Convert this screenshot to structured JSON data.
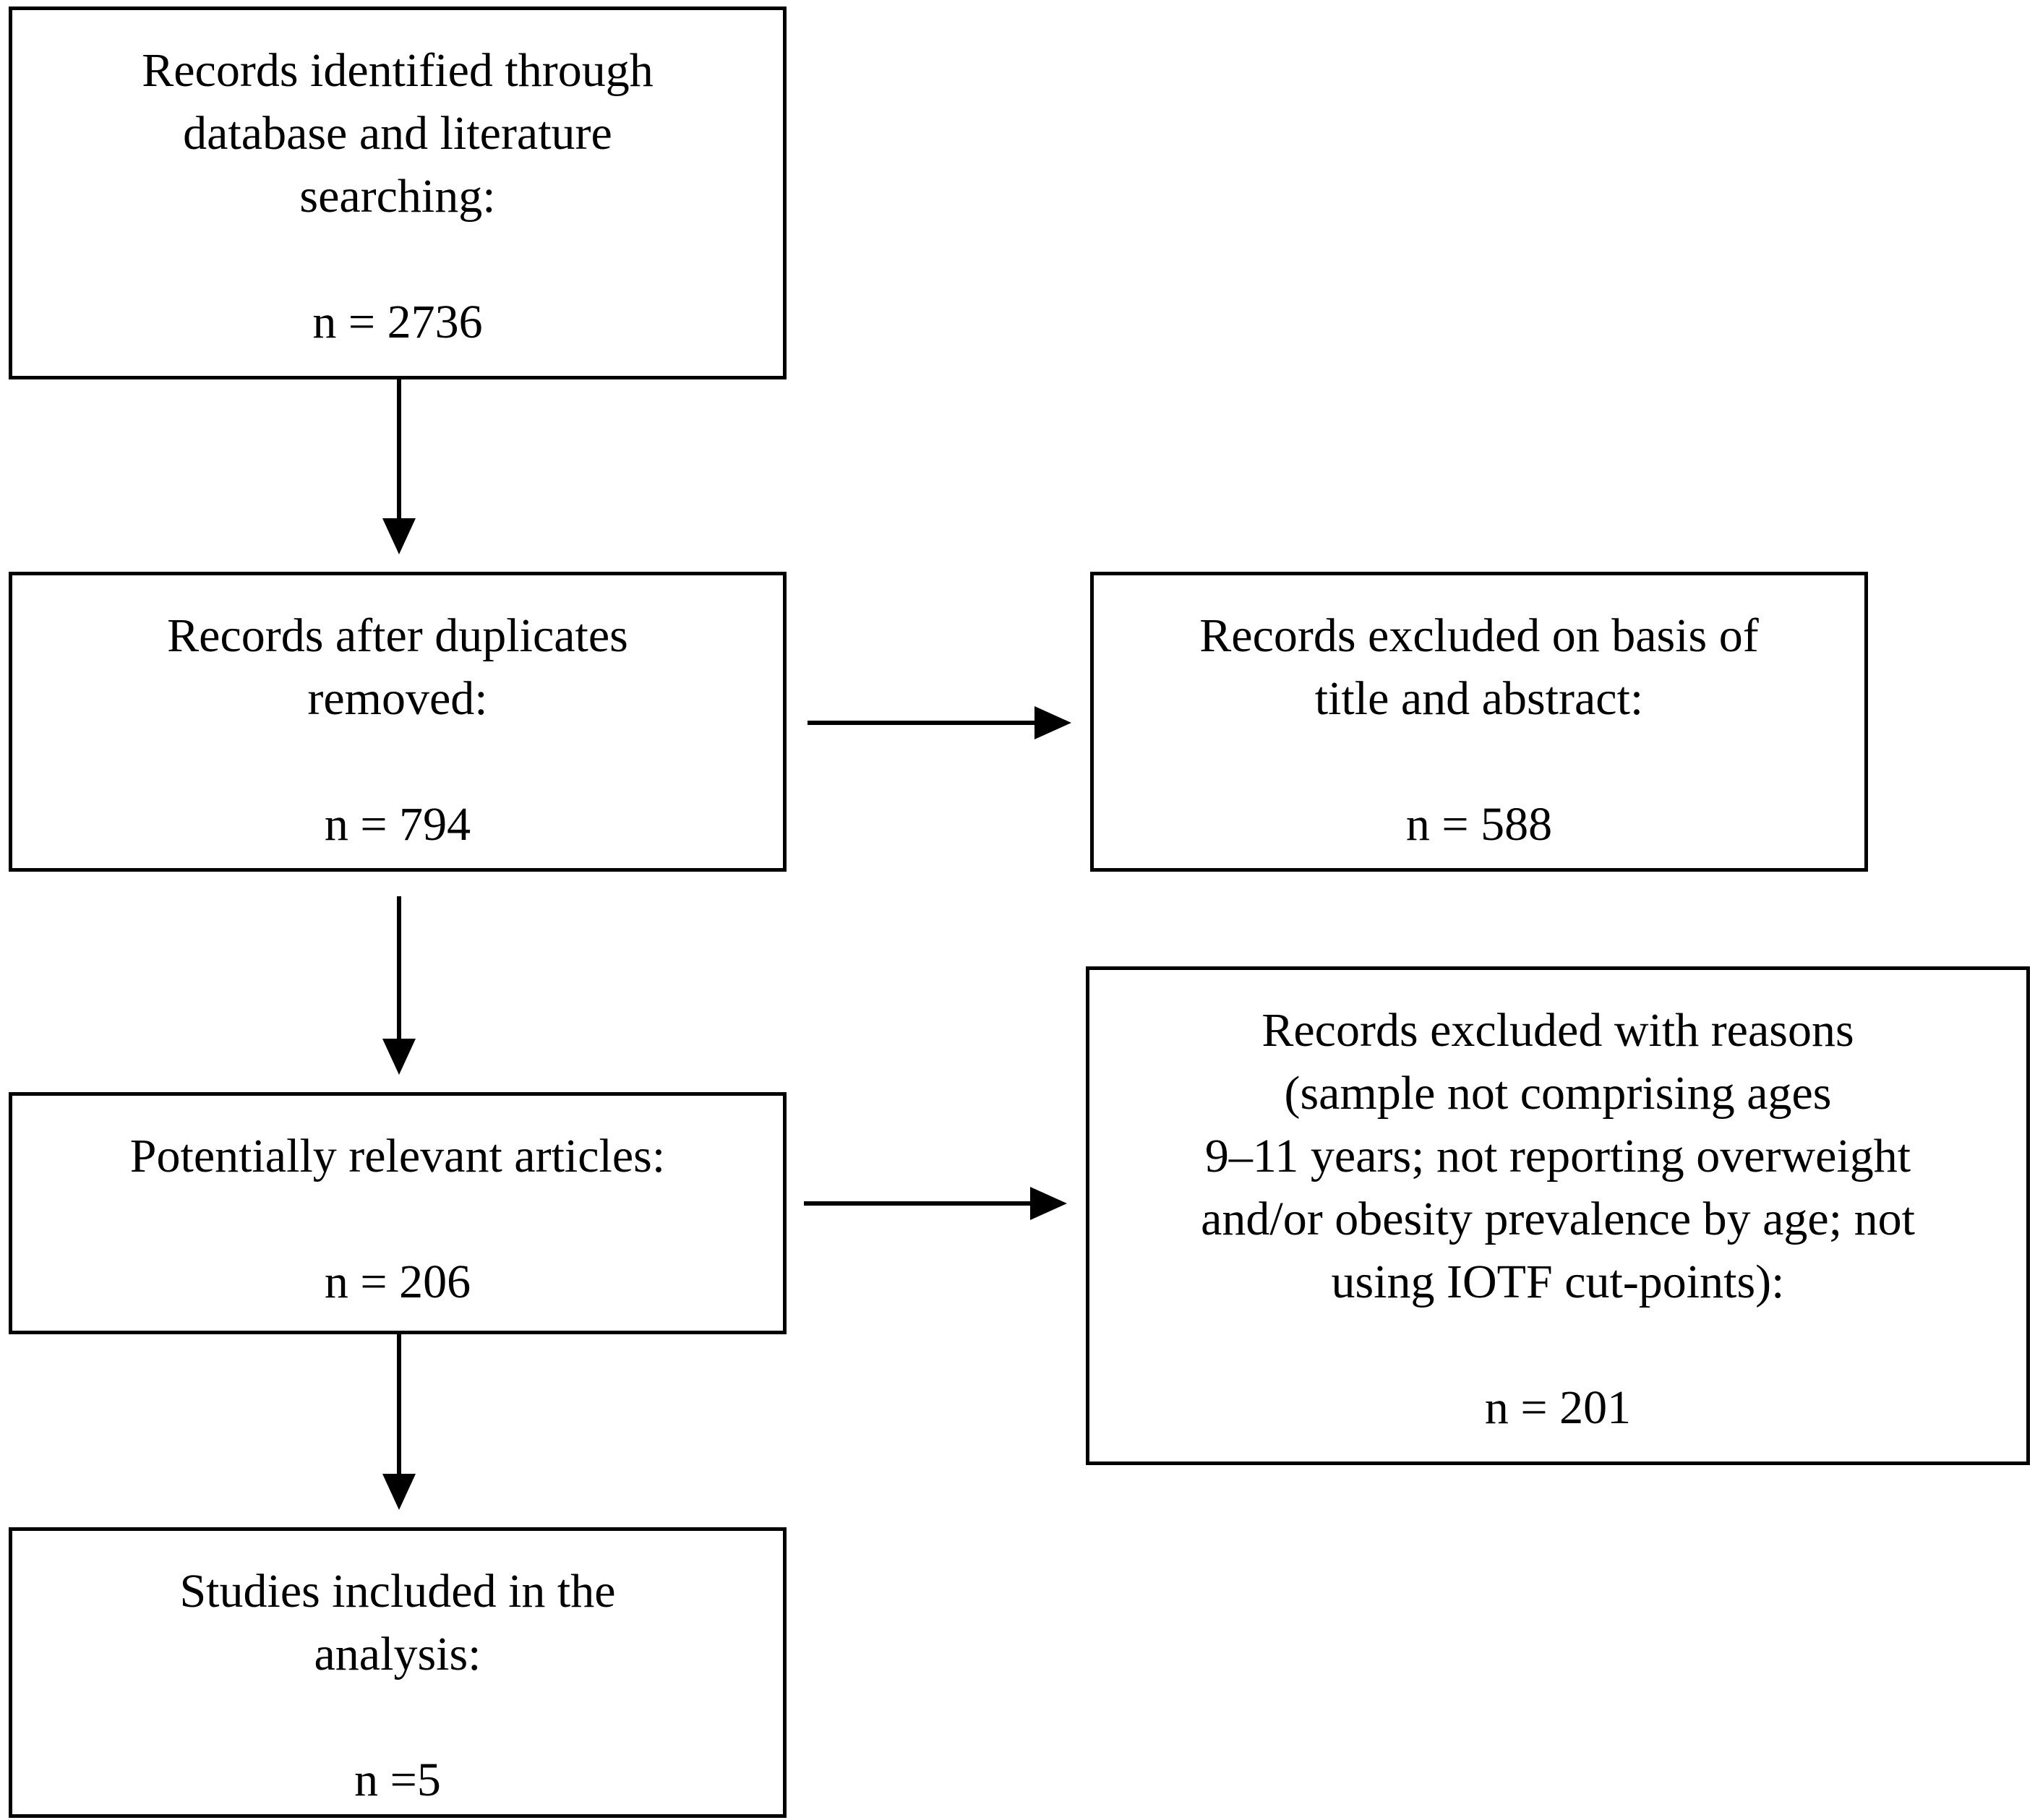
{
  "boxes": {
    "identified": {
      "label_lines": [
        "Records identified through",
        "database and literature",
        "searching:"
      ],
      "count": "n = 2736"
    },
    "duplicates_removed": {
      "label_lines": [
        "Records after duplicates",
        "removed:"
      ],
      "count": "n = 794"
    },
    "excluded_title_abstract": {
      "label_lines": [
        "Records excluded on basis of",
        "title and abstract:"
      ],
      "count": "n = 588"
    },
    "potentially_relevant": {
      "label_lines": [
        "Potentially relevant articles:"
      ],
      "count": "n = 206"
    },
    "excluded_reasons": {
      "label_lines": [
        "Records excluded with reasons",
        "(sample not comprising ages",
        "9–11 years; not reporting overweight",
        "and/or obesity prevalence by age; not",
        "using IOTF cut-points):"
      ],
      "count": "n = 201"
    },
    "included": {
      "label_lines": [
        "Studies included in the",
        "analysis:"
      ],
      "count": "n =5"
    }
  },
  "colors": {
    "stroke": "#000000",
    "background": "#ffffff"
  }
}
